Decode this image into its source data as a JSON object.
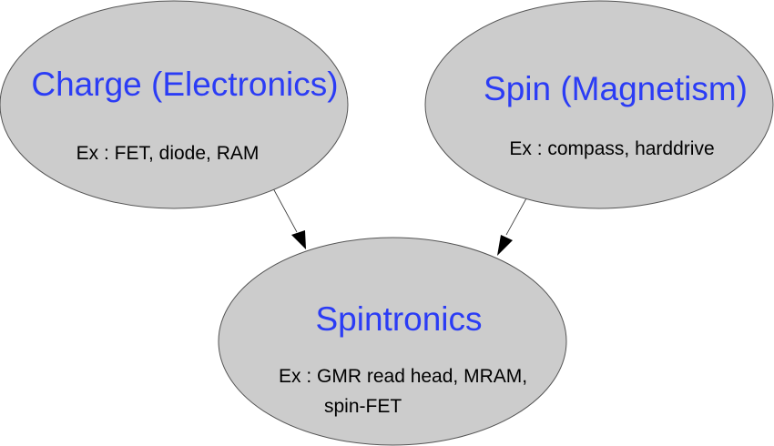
{
  "diagram": {
    "nodes": [
      {
        "id": "charge",
        "title": "Charge (Electronics)",
        "lines": [
          "Ex : FET, diode, RAM"
        ]
      },
      {
        "id": "spin",
        "title": "Spin (Magnetism)",
        "lines": [
          "Ex : compass, harddrive"
        ]
      },
      {
        "id": "spintronics",
        "title": "Spintronics",
        "lines": [
          "Ex : GMR read head, MRAM,",
          "spin-FET"
        ]
      }
    ],
    "edges": [
      {
        "from": "charge",
        "to": "spintronics"
      },
      {
        "from": "spin",
        "to": "spintronics"
      }
    ],
    "colors": {
      "node_fill": "#cccccc",
      "title": "#2b3cf5",
      "text": "#000000"
    }
  }
}
